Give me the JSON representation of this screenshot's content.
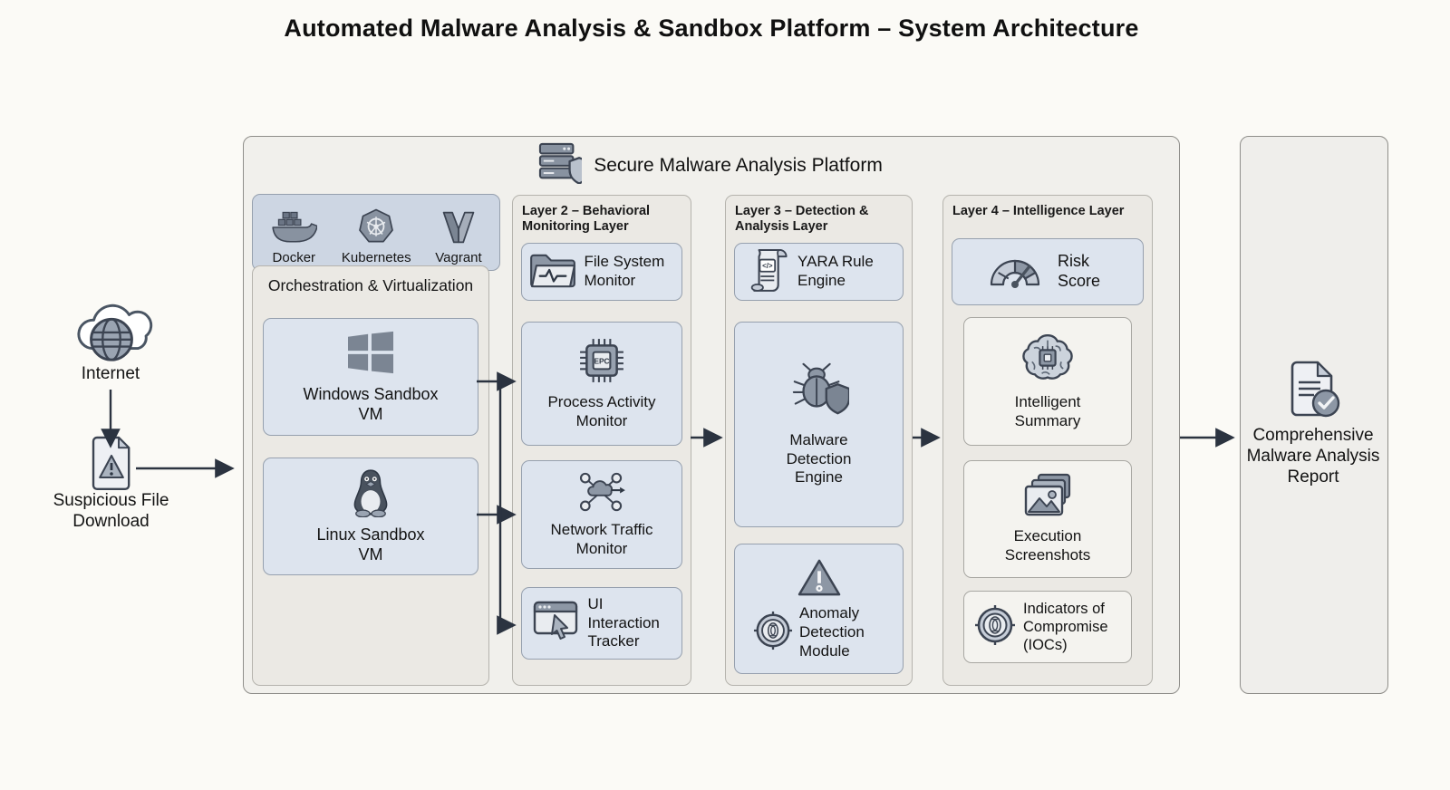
{
  "title": "Automated Malware Analysis & Sandbox Platform – System Architecture",
  "source_flow": {
    "internet": "Internet",
    "suspicious_file": "Suspicious File Download"
  },
  "platform": {
    "title": "Secure Malware Analysis Platform",
    "tools": [
      {
        "name": "Docker"
      },
      {
        "name": "Kubernetes"
      },
      {
        "name": "Vagrant"
      }
    ],
    "orchestration": {
      "title": "Orchestration & Virtualization",
      "vms": [
        {
          "label": "Windows Sandbox VM"
        },
        {
          "label": "Linux Sandbox VM"
        }
      ]
    },
    "layers": [
      {
        "title": "Layer 2 – Behavioral Monitoring Layer",
        "components": [
          {
            "label": "File System Monitor"
          },
          {
            "label": "Process Activity Monitor",
            "icon_text": "EPC"
          },
          {
            "label": "Network Traffic Monitor"
          },
          {
            "label": "UI Interaction Tracker"
          }
        ]
      },
      {
        "title": "Layer 3 – Detection & Analysis Layer",
        "components": [
          {
            "label": "YARA Rule Engine",
            "icon_text": "</>"
          },
          {
            "label": "Malware Detection Engine"
          },
          {
            "label": "Anomaly Detection Module"
          }
        ]
      },
      {
        "title": "Layer 4 – Intelligence Layer",
        "components": [
          {
            "label": "Risk Score"
          },
          {
            "label": "Intelligent Summary"
          },
          {
            "label": "Execution Screenshots"
          },
          {
            "label": "Indicators of Compromise (IOCs)"
          }
        ]
      }
    ]
  },
  "output": {
    "label": "Comprehensive Malware Analysis Report"
  },
  "colors": {
    "background": "#fbfaf6",
    "panel_fill": "#f1f0ec",
    "column_fill": "#ebe9e4",
    "component_blue": "#dde4ee",
    "component_light": "#f4f3ef",
    "tools_fill": "#cdd6e3",
    "arrow": "#2b3340",
    "icon_dark": "#4a5563",
    "icon_mid": "#97a1af",
    "icon_light": "#ccd3dc"
  }
}
